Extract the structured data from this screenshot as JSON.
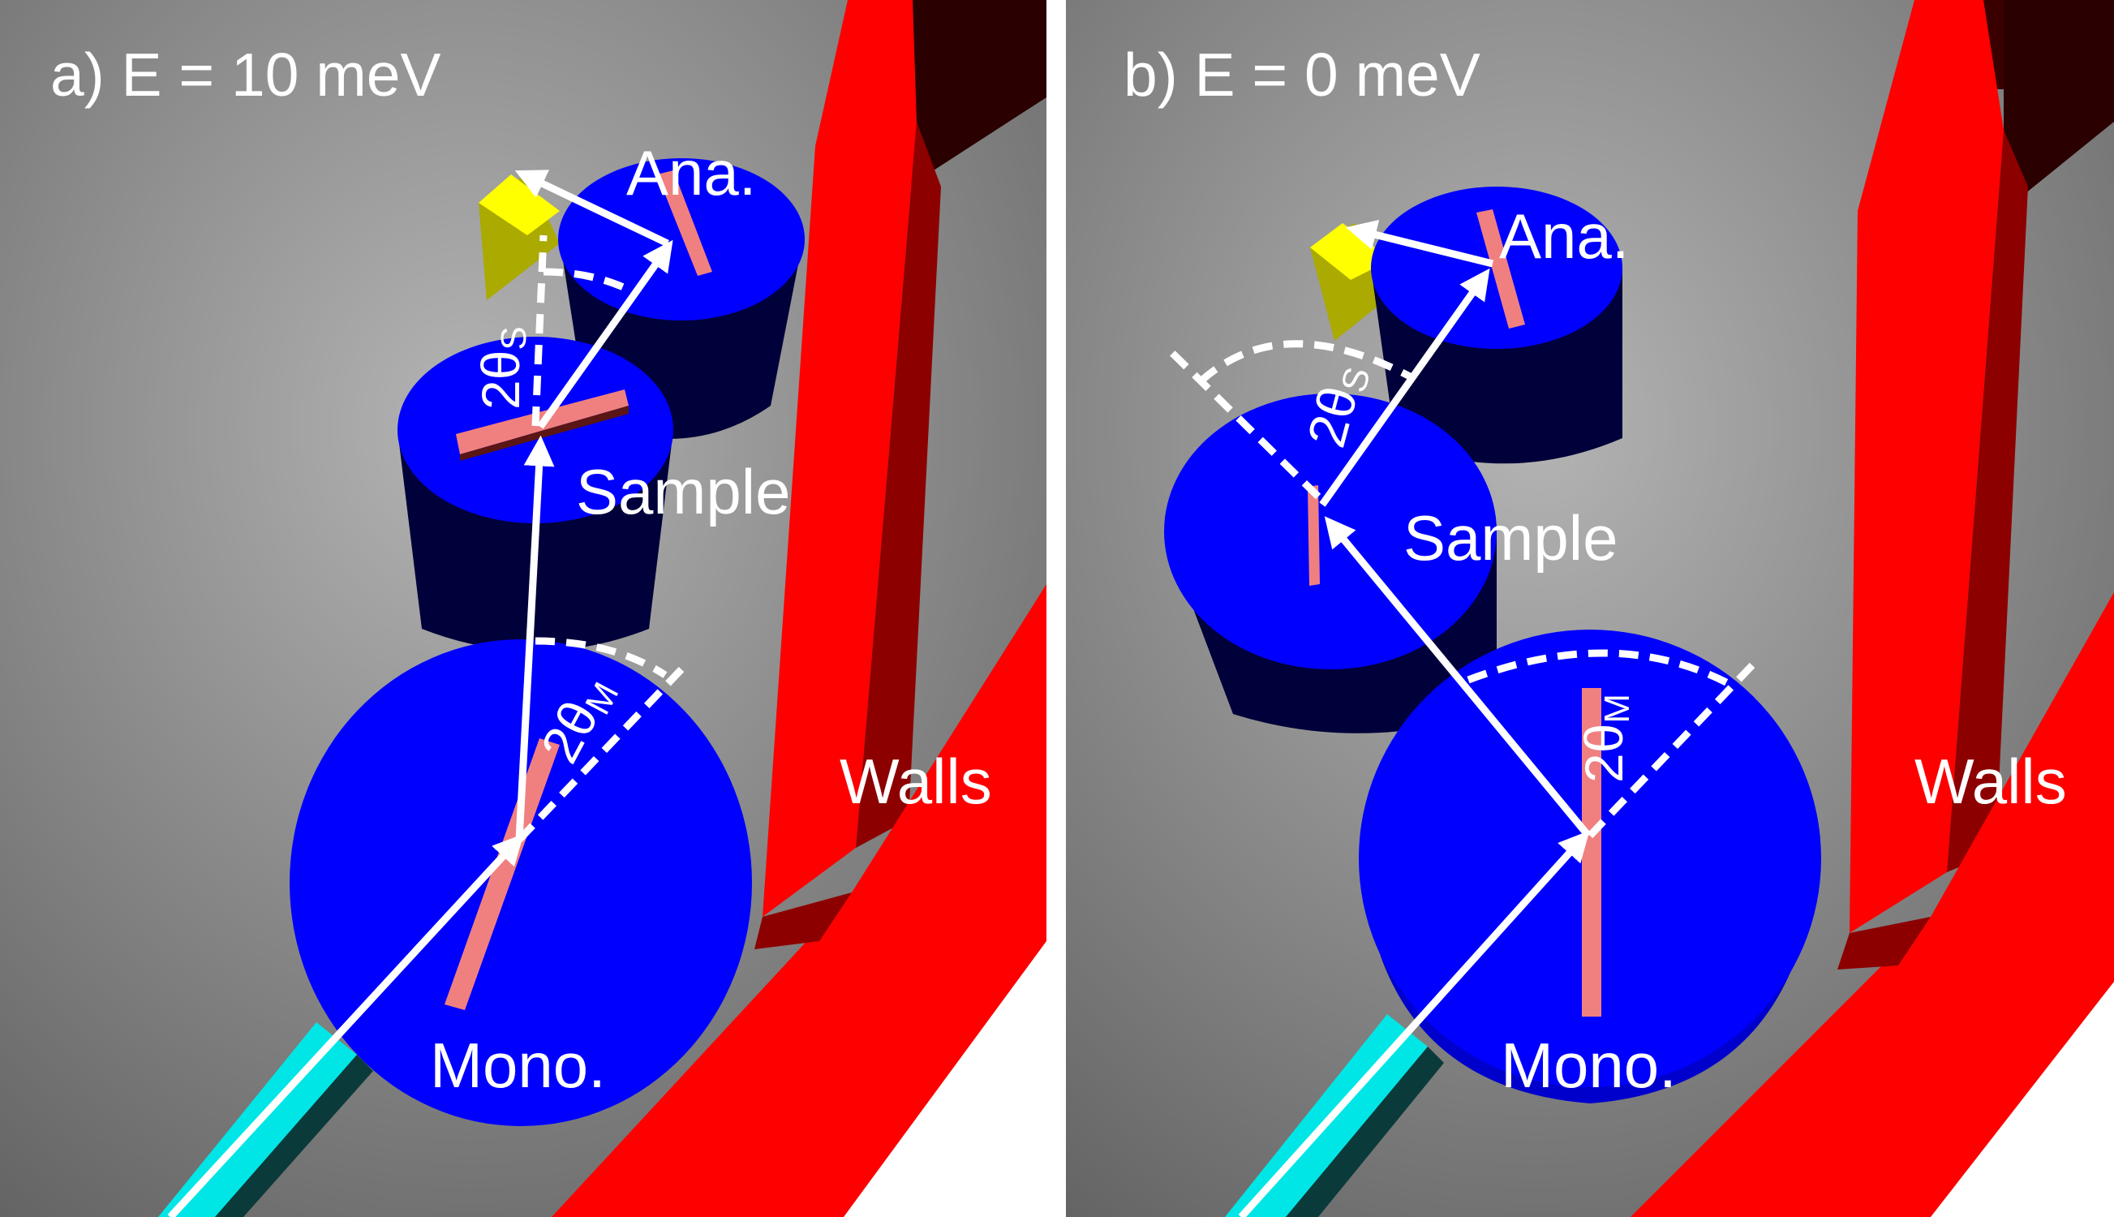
{
  "panels": [
    {
      "title": "a) E = 10 meV",
      "labels": {
        "mono": "Mono.",
        "sample": "Sample",
        "analyzer": "Ana.",
        "walls": "Walls"
      },
      "angles": {
        "monochromator": {
          "symbol": "2θ",
          "subscript": "M"
        },
        "sample": {
          "symbol": "2θ",
          "subscript": "S"
        }
      }
    },
    {
      "title": "b) E = 0 meV",
      "labels": {
        "mono": "Mono.",
        "sample": "Sample",
        "analyzer": "Ana.",
        "walls": "Walls"
      },
      "angles": {
        "monochromator": {
          "symbol": "2θ",
          "subscript": "M"
        },
        "sample": {
          "symbol": "2θ",
          "subscript": "S"
        }
      }
    }
  ],
  "colors": {
    "background_light": "#b4b4b4",
    "background_dark": "#5a5a5a",
    "disk_top": "#0000ff",
    "disk_side": "#00003a",
    "crystal": "#f08080",
    "walls": "#ff0000",
    "walls_dark": "#8c0000",
    "beam_guide": "#00e6e6",
    "detector": "#ffff00",
    "beam": "#ffffff",
    "divider": "#ffffff"
  }
}
